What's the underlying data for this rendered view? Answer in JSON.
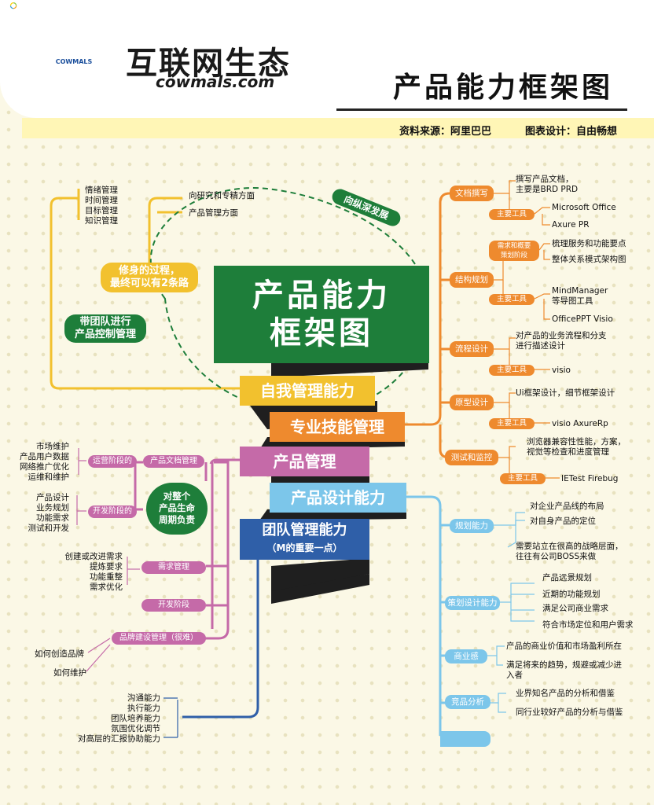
{
  "header": {
    "logo_badge": "COWMALS",
    "brand_cn": "互联网生态",
    "brand_en": "cowmals.com",
    "title": "产品能力框架图",
    "source": "资料来源：阿里巴巴",
    "design": "图表设计：自由畅想"
  },
  "center": {
    "title_line1": "产品能力",
    "title_line2": "框架图",
    "arc_label": "向纵深发展"
  },
  "banners": {
    "self_mgmt": "自我管理能力",
    "pro_skill": "专业技能管理",
    "product_mgmt": "产品管理",
    "design": "产品设计能力",
    "team_line1": "团队管理能力",
    "team_line2": "（M的重要一点）"
  },
  "self": {
    "items": [
      "情绪管理",
      "时间管理",
      "目标管理",
      "知识管理"
    ],
    "paths": [
      "向研究和专精方面",
      "产品管理方面"
    ],
    "hub_line1": "修身的过程，",
    "hub_line2": "最终可以有2条路",
    "team_hub_line1": "带团队进行",
    "team_hub_line2": "产品控制管理"
  },
  "pro": {
    "doc": {
      "tag": "文档撰写",
      "desc_line1": "撰写产品文档，",
      "desc_line2": "主要是BRD PRD",
      "tool_tag": "主要工具",
      "tools": [
        "Microsoft Office",
        "Axure PR"
      ]
    },
    "struct": {
      "stage_line1": "需求和概要",
      "stage_line2": "策划阶段",
      "items": [
        "梳理服务和功能要点",
        "整体关系模式架构图"
      ],
      "tag": "结构规划",
      "tool_tag": "主要工具",
      "tool_line1": "MindManager",
      "tool_line2": "等导图工具",
      "tool2": "OfficePPT Visio"
    },
    "flow": {
      "tag": "流程设计",
      "desc_line1": "对产品的业务流程和分支",
      "desc_line2": "进行描述设计",
      "tool_tag": "主要工具",
      "tool": "visio"
    },
    "proto": {
      "tag": "原型设计",
      "desc": "Ui框架设计，细节框架设计",
      "tool_tag": "主要工具",
      "tool": "visio AxureRp"
    },
    "test": {
      "tag": "测试和监控",
      "desc_line1": "浏览器兼容性性能，方案，",
      "desc_line2": "视觉等检查和进度管理",
      "tool_tag": "主要工具",
      "tool": "IETest Firebug"
    }
  },
  "product": {
    "ops_items": [
      "市场维护",
      "产品用户数据",
      "网络推广优化",
      "运维和维护"
    ],
    "ops_tag": "运营阶段的",
    "dev_items": [
      "产品设计",
      "业务规划",
      "功能需求",
      "测试和开发"
    ],
    "dev_tag": "开发阶段的",
    "doc_mgmt": "产品文档管理",
    "lifecycle_line1": "对整个",
    "lifecycle_line2": "产品生命",
    "lifecycle_line3": "周期负责",
    "req_items": [
      "创建或改进需求",
      "提炼要求",
      "功能重整",
      "需求优化"
    ],
    "req_tag": "需求管理",
    "dev_stage": "开发阶段",
    "brand_tag": "品牌建设管理（很难）",
    "brand_items": [
      "如何创造品牌",
      "如何维护"
    ]
  },
  "design": {
    "plan": {
      "tag": "规划能力",
      "items": [
        "对企业产品线的布局",
        "对自身产品的定位"
      ],
      "note_line1": "需要站立在很高的战略层面，",
      "note_line2": "往往有公司BOSS来做"
    },
    "strategy": {
      "tag": "策划设计能力",
      "items": [
        "产品远景规划",
        "近期的功能规划",
        "满足公司商业需求",
        "符合市场定位和用户需求"
      ]
    },
    "business": {
      "tag": "商业感",
      "item1": "产品的商业价值和市场盈利所在",
      "item2_line1": "满足将来的趋势，规避或减少进",
      "item2_line2": "入者"
    },
    "compete": {
      "tag": "竞品分析",
      "items": [
        "业界知名产品的分析和借鉴",
        "同行业较好产品的分析与借鉴"
      ]
    }
  },
  "team": {
    "items": [
      "沟通能力",
      "执行能力",
      "团队培养能力",
      "氛围优化调节",
      "对高层的汇报协助能力"
    ]
  },
  "colors": {
    "yellow": "#f2c12e",
    "orange": "#ee8a2e",
    "pink": "#c56aa8",
    "blue": "#7cc6ea",
    "navy": "#2f5fa8",
    "green": "#1e7e3a"
  }
}
